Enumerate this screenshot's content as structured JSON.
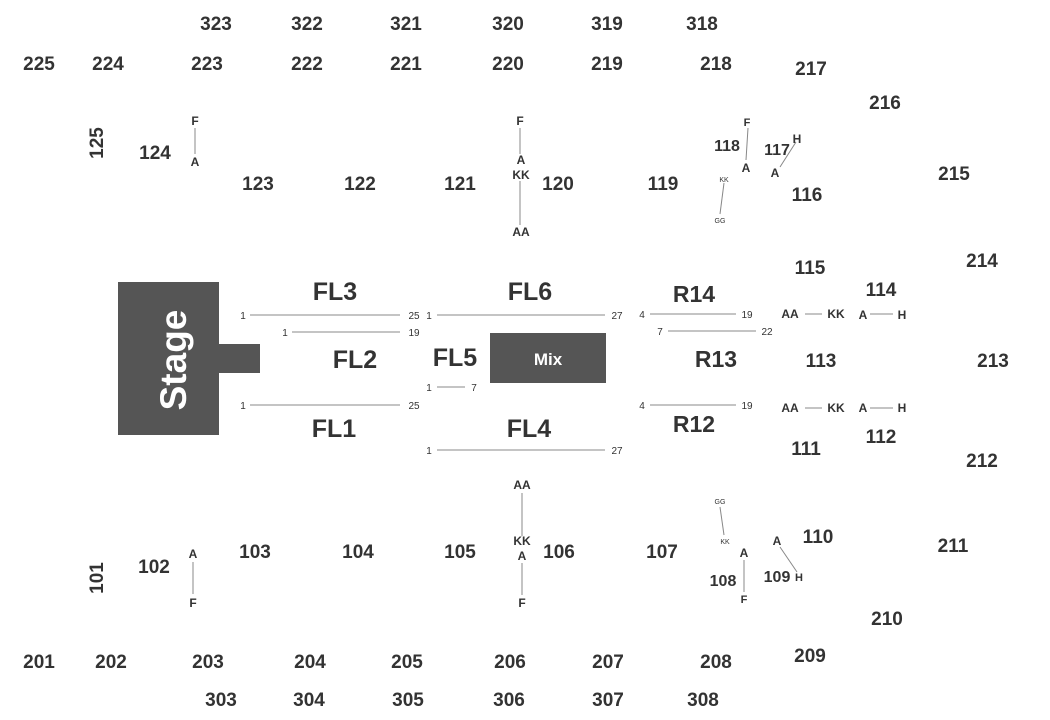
{
  "stage": {
    "label": "Stage"
  },
  "mix": {
    "label": "Mix"
  },
  "floor_sections": [
    {
      "id": "FL1",
      "label": "FL1",
      "row_start": "1",
      "row_end": "25"
    },
    {
      "id": "FL2",
      "label": "FL2",
      "row_start": "1",
      "row_end": "19"
    },
    {
      "id": "FL3",
      "label": "FL3",
      "row_start": "1",
      "row_end": "25"
    },
    {
      "id": "FL4",
      "label": "FL4",
      "row_start": "1",
      "row_end": "27"
    },
    {
      "id": "FL5",
      "label": "FL5",
      "row_start": "1",
      "row_end": "7"
    },
    {
      "id": "FL6",
      "label": "FL6",
      "row_start": "1",
      "row_end": "27"
    },
    {
      "id": "R12",
      "label": "R12",
      "row_start": "4",
      "row_end": "19"
    },
    {
      "id": "R13",
      "label": "R13",
      "row_start": "7",
      "row_end": "22"
    },
    {
      "id": "R14",
      "label": "R14",
      "row_start": "4",
      "row_end": "19"
    }
  ],
  "sections": {
    "upper_300": [
      "323",
      "322",
      "321",
      "320",
      "319",
      "318",
      "303",
      "304",
      "305",
      "306",
      "307",
      "308"
    ],
    "mid_200": [
      "225",
      "224",
      "223",
      "222",
      "221",
      "220",
      "219",
      "218",
      "217",
      "216",
      "215",
      "214",
      "213",
      "212",
      "211",
      "210",
      "209",
      "208",
      "207",
      "206",
      "205",
      "204",
      "203",
      "202",
      "201"
    ],
    "lower_100": [
      "125",
      "124",
      "123",
      "122",
      "121",
      "120",
      "119",
      "118",
      "117",
      "116",
      "115",
      "114",
      "113",
      "112",
      "111",
      "110",
      "109",
      "108",
      "107",
      "106",
      "105",
      "104",
      "103",
      "102",
      "101"
    ]
  },
  "row_markers": {
    "s124": [
      "F",
      "A"
    ],
    "s120": [
      "F",
      "A",
      "KK",
      "AA"
    ],
    "s118": [
      "F",
      "A",
      "KK",
      "GG"
    ],
    "s117": [
      "H",
      "A"
    ],
    "s114": [
      "AA",
      "KK",
      "A",
      "H"
    ],
    "s112": [
      "AA",
      "KK",
      "A",
      "H"
    ],
    "s102": [
      "A",
      "F"
    ],
    "s106": [
      "AA",
      "KK",
      "A",
      "F"
    ],
    "s108": [
      "GG",
      "KK",
      "A",
      "F"
    ],
    "s109": [
      "A",
      "H"
    ]
  }
}
